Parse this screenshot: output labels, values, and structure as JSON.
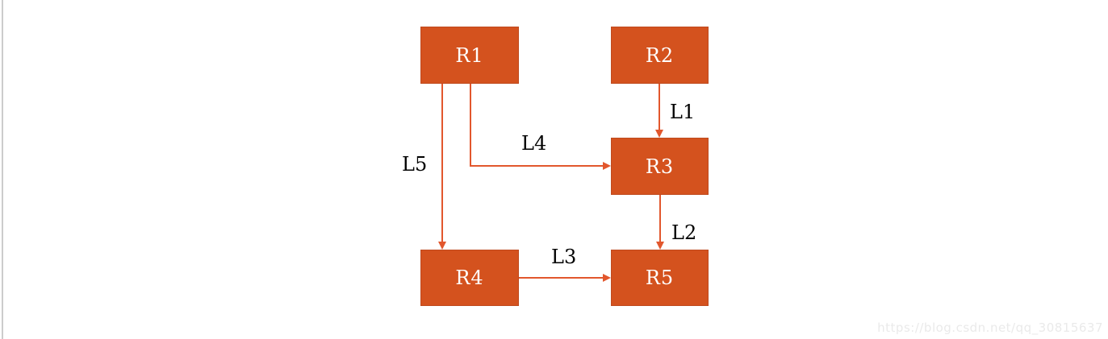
{
  "diagram": {
    "nodes": [
      {
        "id": "R1",
        "label": "R1"
      },
      {
        "id": "R2",
        "label": "R2"
      },
      {
        "id": "R3",
        "label": "R3"
      },
      {
        "id": "R4",
        "label": "R4"
      },
      {
        "id": "R5",
        "label": "R5"
      }
    ],
    "edges": [
      {
        "id": "L1",
        "label": "L1",
        "from": "R2",
        "to": "R3"
      },
      {
        "id": "L2",
        "label": "L2",
        "from": "R3",
        "to": "R5"
      },
      {
        "id": "L3",
        "label": "L3",
        "from": "R4",
        "to": "R5"
      },
      {
        "id": "L4",
        "label": "L4",
        "from": "R1",
        "to": "R3"
      },
      {
        "id": "L5",
        "label": "L5",
        "from": "R1",
        "to": "R4"
      }
    ]
  },
  "colors": {
    "node_fill": "#d4521e",
    "node_border": "#bf4a1e",
    "edge": "#e2572d",
    "node_text": "#ffffff",
    "edge_label_text": "#000000",
    "watermark_text": "#eaeaea",
    "left_edge_line": "#cccccc"
  },
  "watermark": {
    "text": "https://blog.csdn.net/qq_30815637"
  }
}
